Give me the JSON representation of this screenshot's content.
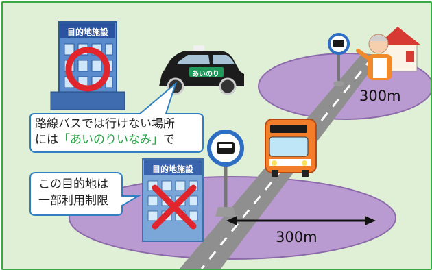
{
  "facility_sign_top": "目的地施設",
  "facility_sign_bottom": "目的地施設",
  "taxi_label": "あいのり",
  "bubble_top": {
    "line1": "路線バスでは行けない場所",
    "line2_prefix": "には",
    "line2_highlight": "「あいのりいなみ」",
    "line2_suffix": "で"
  },
  "bubble_bottom": {
    "line1": "この目的地は",
    "line2": "一部利用制限"
  },
  "distance_top": "300m",
  "distance_bottom": "300m",
  "colors": {
    "background": "#dff0d6",
    "border": "#3aa845",
    "zone": "#b79ad0",
    "road": "#8f8f8f",
    "highlight_text": "#2aa24a",
    "prohibit_cross": "#e0262c",
    "ok_circle": "#e0262c"
  }
}
